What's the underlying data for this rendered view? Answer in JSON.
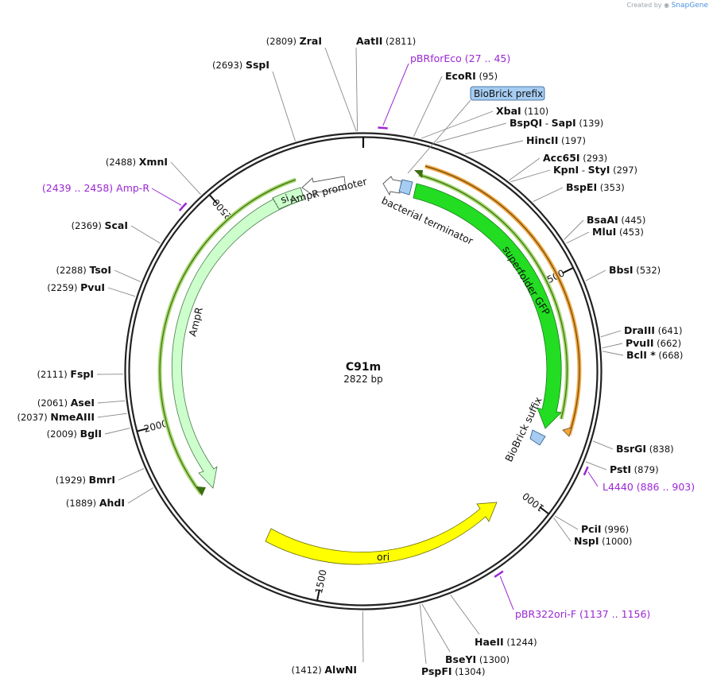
{
  "credit": {
    "text": "Created by",
    "brand": "SnapGene"
  },
  "plasmid": {
    "name": "C91m",
    "length_label": "2822 bp",
    "length": 2822
  },
  "ticks": [
    {
      "pos": 500,
      "label": "500"
    },
    {
      "pos": 1000,
      "label": "1000"
    },
    {
      "pos": 1500,
      "label": "1500"
    },
    {
      "pos": 2000,
      "label": "2000"
    },
    {
      "pos": 2500,
      "label": "2500"
    }
  ],
  "sites": [
    {
      "name": "ZraI",
      "pos": "(2809)",
      "n": 2809
    },
    {
      "name": "AatII",
      "pos": "(2811)",
      "n": 2811
    },
    {
      "name": "SspI",
      "pos": "(2693)",
      "n": 2693
    },
    {
      "name": "EcoRI",
      "pos": "(95)",
      "n": 95
    },
    {
      "name": "XbaI",
      "pos": "(110)",
      "n": 110
    },
    {
      "name": "BspQI",
      "sep": "-",
      "name2": "SapI",
      "pos": "(139)",
      "n": 139
    },
    {
      "name": "HincII",
      "pos": "(197)",
      "n": 197
    },
    {
      "name": "Acc65I",
      "pos": "(293)",
      "n": 293
    },
    {
      "name": "KpnI",
      "sep": "-",
      "name2": "StyI",
      "pos": "(297)",
      "n": 297
    },
    {
      "name": "BspEI",
      "pos": "(353)",
      "n": 353
    },
    {
      "name": "BsaAI",
      "pos": "(445)",
      "n": 445
    },
    {
      "name": "MluI",
      "pos": "(453)",
      "n": 453
    },
    {
      "name": "BbsI",
      "pos": "(532)",
      "n": 532
    },
    {
      "name": "DraIII",
      "pos": "(641)",
      "n": 641
    },
    {
      "name": "PvuII",
      "pos": "(662)",
      "n": 662
    },
    {
      "name": "BclI *",
      "pos": "(668)",
      "n": 668
    },
    {
      "name": "BsrGI",
      "pos": "(838)",
      "n": 838
    },
    {
      "name": "PstI",
      "pos": "(879)",
      "n": 879
    },
    {
      "name": "PciI",
      "pos": "(996)",
      "n": 996
    },
    {
      "name": "NspI",
      "pos": "(1000)",
      "n": 1000
    },
    {
      "name": "HaeII",
      "pos": "(1244)",
      "n": 1244
    },
    {
      "name": "BseYI",
      "pos": "(1300)",
      "n": 1300
    },
    {
      "name": "PspFI",
      "pos": "(1304)",
      "n": 1304
    },
    {
      "name": "AlwNI",
      "pos": "(1412)",
      "n": 1412
    },
    {
      "name": "AhdI",
      "pos": "(1889)",
      "n": 1889
    },
    {
      "name": "BmrI",
      "pos": "(1929)",
      "n": 1929
    },
    {
      "name": "BglI",
      "pos": "(2009)",
      "n": 2009
    },
    {
      "name": "NmeAIII",
      "pos": "(2037)",
      "n": 2037
    },
    {
      "name": "AseI",
      "pos": "(2061)",
      "n": 2061
    },
    {
      "name": "FspI",
      "pos": "(2111)",
      "n": 2111
    },
    {
      "name": "PvuI",
      "pos": "(2259)",
      "n": 2259
    },
    {
      "name": "TsoI",
      "pos": "(2288)",
      "n": 2288
    },
    {
      "name": "ScaI",
      "pos": "(2369)",
      "n": 2369
    },
    {
      "name": "XmnI",
      "pos": "(2488)",
      "n": 2488
    }
  ],
  "primers": [
    {
      "name": "pBRforEco",
      "range": "(27 .. 45)",
      "start": 27,
      "end": 45
    },
    {
      "name": "Amp-R",
      "range": "(2439 .. 2458)",
      "start": 2439,
      "end": 2458
    },
    {
      "name": "L4440",
      "range": "(886 .. 903)",
      "start": 886,
      "end": 903
    },
    {
      "name": "pBR322ori-F",
      "range": "(1137 .. 1156)",
      "start": 1137,
      "end": 1156
    }
  ],
  "features": [
    {
      "name": "BioBrick prefix",
      "start": 60,
      "end": 80
    },
    {
      "name": "bacterial terminator"
    },
    {
      "name": "superfolder GFP",
      "start": 90,
      "end": 820
    },
    {
      "name": "BioBrick suffix",
      "start": 835,
      "end": 855
    },
    {
      "name": "AmpR promoter"
    },
    {
      "name": "si..."
    },
    {
      "name": "AmpR"
    },
    {
      "name": "ori",
      "start": 1180,
      "end": 1780
    }
  ],
  "colors": {
    "primer": "#9b27d4",
    "gfp": "#22dd22",
    "ampr": "#ccffcc",
    "ori": "#ffff00",
    "biobrick": "#a6ccf2",
    "orf_outline": "#6a9a1a",
    "orange": "#f2a640"
  }
}
